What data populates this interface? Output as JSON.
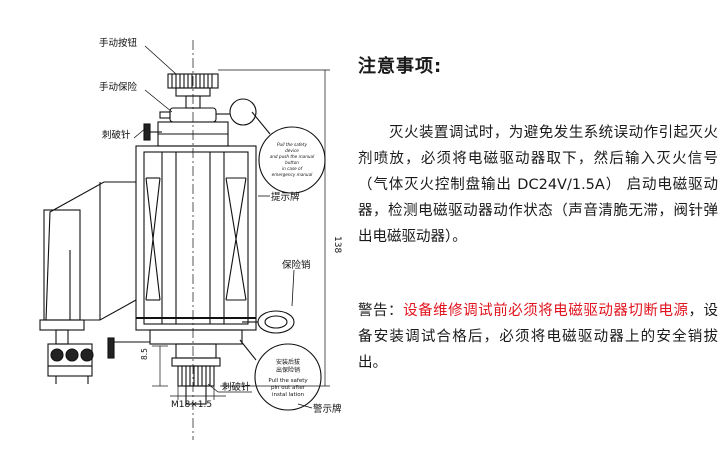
{
  "diagram": {
    "labels": {
      "manual_button": "手动按钮",
      "manual_safety": "手动保险",
      "striker_pin_top": "刺破针",
      "indicator_top": "提示牌",
      "safety_pin": "保险销",
      "striker_pin_bottom": "刺破针",
      "warning_tag": "警示牌",
      "dimension_height": "138",
      "dimension_side": "8.5",
      "thread_spec": "M18×1.5"
    },
    "tag_top_text": [
      "Pull the safety",
      "device",
      "and push the manual",
      "button",
      "in case of",
      "emergency manual"
    ],
    "tag_bottom_cn": [
      "安装后拔",
      "出保险销"
    ],
    "tag_bottom_en": [
      "Pull the safety",
      "pin out after",
      "instal lation"
    ]
  },
  "notes": {
    "title": "注意事项:",
    "para1": "灭火装置调试时，为避免发生系统误动作引起灭火剂喷放，必须将电磁驱动器取下，然后输入灭火信号（气体灭火控制盘输出 DC24V/1.5A） 启动电磁驱动器，检测电磁驱动器动作状态（声音清脆无滞，阀针弹出电磁驱动器）。",
    "warning_label": "警告：",
    "warning_red": "设备维修调试前必须将电磁驱动器切断电源",
    "warning_rest": "，设备安装调试合格后，必须将电磁驱动器上的安全销拔出。"
  }
}
